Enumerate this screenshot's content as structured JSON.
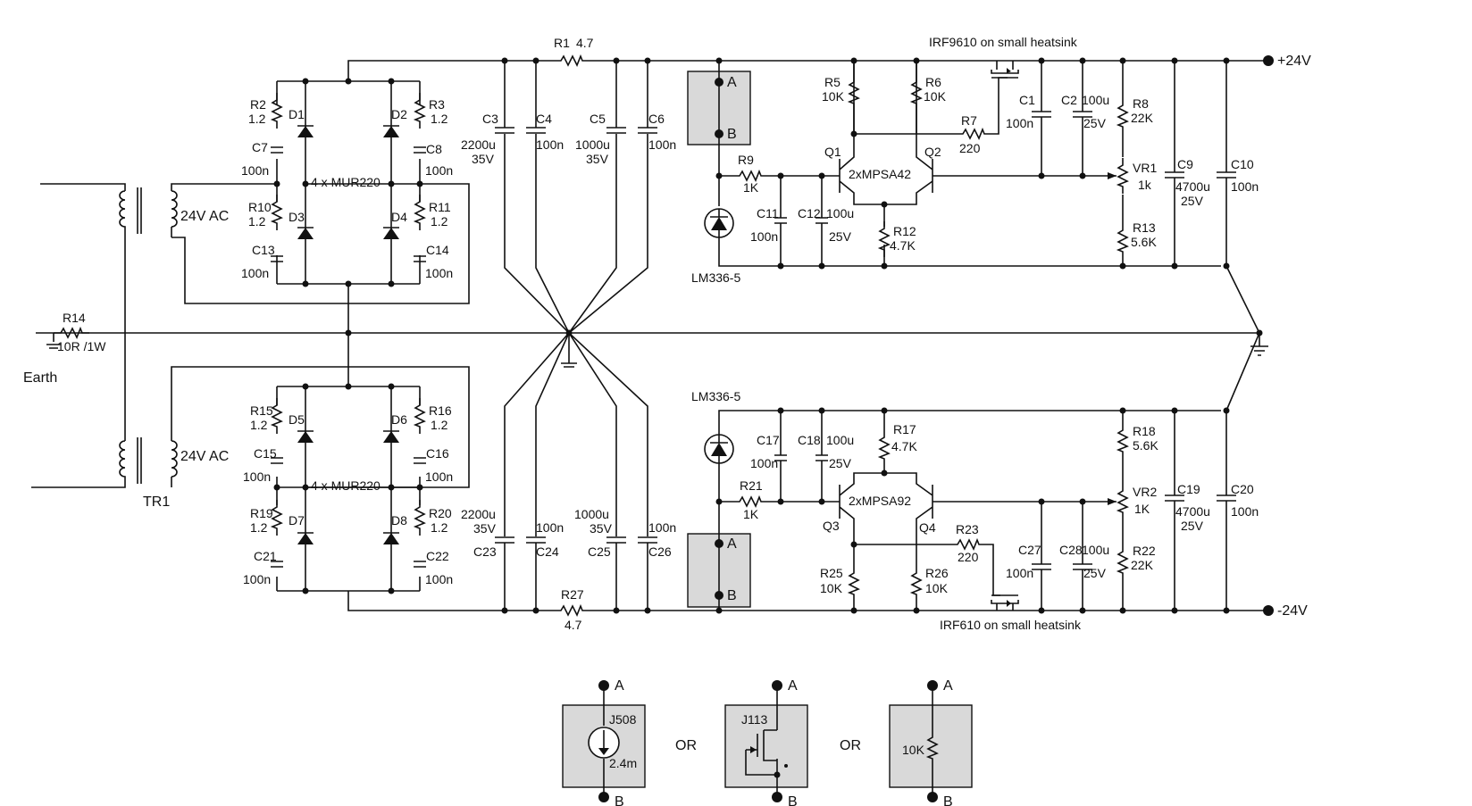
{
  "colors": {
    "wire": "#111111",
    "module_fill": "#d9d9d9",
    "background": "#ffffff"
  },
  "title_pos_mosfet": "IRF9610 on small heatsink",
  "title_neg_mosfet": "IRF610 on small heatsink",
  "rails": {
    "pos": "+24V",
    "neg": "-24V"
  },
  "earth": {
    "label": "Earth",
    "resistor_name": "R14",
    "resistor_value": "10R /1W"
  },
  "transformer": {
    "name": "TR1",
    "secondary_top": "24V AC",
    "secondary_bottom": "24V AC"
  },
  "bridges": {
    "top": "4 x MUR220",
    "bottom": "4 x MUR220"
  },
  "diodes": [
    "D1",
    "D2",
    "D3",
    "D4",
    "D5",
    "D6",
    "D7",
    "D8"
  ],
  "snubbers": [
    {
      "name": "R2",
      "value": "1.2"
    },
    {
      "name": "R3",
      "value": "1.2"
    },
    {
      "name": "C7",
      "value": "100n"
    },
    {
      "name": "C8",
      "value": "100n"
    },
    {
      "name": "R10",
      "value": "1.2"
    },
    {
      "name": "R11",
      "value": "1.2"
    },
    {
      "name": "C13",
      "value": "100n"
    },
    {
      "name": "C14",
      "value": "100n"
    },
    {
      "name": "R15",
      "value": "1.2"
    },
    {
      "name": "R16",
      "value": "1.2"
    },
    {
      "name": "C15",
      "value": "100n"
    },
    {
      "name": "C16",
      "value": "100n"
    },
    {
      "name": "R19",
      "value": "1.2"
    },
    {
      "name": "R20",
      "value": "1.2"
    },
    {
      "name": "C21",
      "value": "100n"
    },
    {
      "name": "C22",
      "value": "100n"
    }
  ],
  "filter": {
    "R1": {
      "name": "R1",
      "value": "4.7"
    },
    "R27": {
      "name": "R27",
      "value": "4.7"
    },
    "C3": {
      "name": "C3",
      "v1": "2200u",
      "v2": "35V"
    },
    "C4": {
      "name": "C4",
      "value": "100n"
    },
    "C5": {
      "name": "C5",
      "v1": "1000u",
      "v2": "35V"
    },
    "C6": {
      "name": "C6",
      "value": "100n"
    },
    "C23": {
      "name": "C23",
      "v1": "2200u",
      "v2": "35V"
    },
    "C24": {
      "name": "C24",
      "value": "100n"
    },
    "C25": {
      "name": "C25",
      "v1": "1000u",
      "v2": "35V"
    },
    "C26": {
      "name": "C26",
      "value": "100n"
    }
  },
  "regulator_pos": {
    "module_a": "A",
    "module_b": "B",
    "R9": {
      "name": "R9",
      "value": "1K"
    },
    "ref": "LM336-5",
    "C11": {
      "name": "C11",
      "value": "100n"
    },
    "C12": {
      "name": "C12",
      "v1": "100u",
      "v2": "25V"
    },
    "Q1": "Q1",
    "Q2": "Q2",
    "pair": "2xMPSA42",
    "R5": {
      "name": "R5",
      "value": "10K"
    },
    "R6": {
      "name": "R6",
      "value": "10K"
    },
    "R7": {
      "name": "R7",
      "value": "220"
    },
    "R12": {
      "name": "R12",
      "value": "4.7K"
    },
    "C1": {
      "name": "C1",
      "value": "100n"
    },
    "C2": {
      "name": "C2",
      "v1": "100u",
      "v2": "25V"
    },
    "R8": {
      "name": "R8",
      "value": "22K"
    },
    "VR1": {
      "name": "VR1",
      "value": "1k"
    },
    "R13": {
      "name": "R13",
      "value": "5.6K"
    },
    "C9": {
      "name": "C9",
      "v1": "4700u",
      "v2": "25V"
    },
    "C10": {
      "name": "C10",
      "value": "100n"
    }
  },
  "regulator_neg": {
    "module_a": "A",
    "module_b": "B",
    "R21": {
      "name": "R21",
      "value": "1K"
    },
    "ref": "LM336-5",
    "C17": {
      "name": "C17",
      "value": "100n"
    },
    "C18": {
      "name": "C18",
      "v1": "100u",
      "v2": "25V"
    },
    "Q3": "Q3",
    "Q4": "Q4",
    "pair": "2xMPSA92",
    "R17": {
      "name": "R17",
      "value": "4.7K"
    },
    "R23": {
      "name": "R23",
      "value": "220"
    },
    "R25": {
      "name": "R25",
      "value": "10K"
    },
    "R26": {
      "name": "R26",
      "value": "10K"
    },
    "C27": {
      "name": "C27",
      "value": "100n"
    },
    "C28": {
      "name": "C28",
      "v1": "100u",
      "v2": "25V"
    },
    "R18": {
      "name": "R18",
      "value": "5.6K"
    },
    "VR2": {
      "name": "VR2",
      "value": "1K"
    },
    "R22": {
      "name": "R22",
      "value": "22K"
    },
    "C19": {
      "name": "C19",
      "v1": "4700u",
      "v2": "25V"
    },
    "C20": {
      "name": "C20",
      "value": "100n"
    }
  },
  "options": {
    "pin_a": "A",
    "pin_b": "B",
    "or": "OR",
    "opt1_name": "J508",
    "opt1_value": "2.4m",
    "opt2_name": "J113",
    "opt3_value": "10K"
  }
}
